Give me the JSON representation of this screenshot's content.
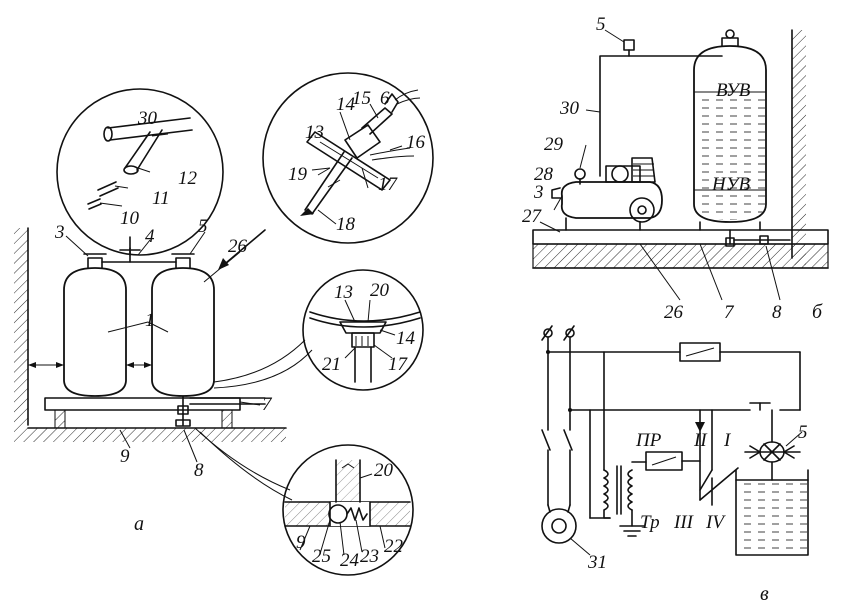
{
  "diagram_a": {
    "caption": "а",
    "callouts": [
      "30",
      "12",
      "11",
      "10",
      "3",
      "4",
      "5",
      "26",
      "1",
      "7",
      "9",
      "8",
      "14",
      "15",
      "6",
      "13",
      "16",
      "19",
      "17",
      "18",
      "20",
      "21",
      "25",
      "24",
      "23",
      "22"
    ],
    "labels": {
      "n30": "30",
      "n12": "12",
      "n11": "11",
      "n10": "10",
      "n3": "3",
      "n4": "4",
      "n5": "5",
      "n26": "26",
      "n1": "1",
      "n7": "7",
      "n9": "9",
      "n8": "8",
      "n14": "14",
      "n15": "15",
      "n6": "6",
      "n13": "13",
      "n16": "16",
      "n19": "19",
      "n17": "17",
      "n18": "18",
      "n13b": "13",
      "n20": "20",
      "n14b": "14",
      "n21": "21",
      "n17b": "17",
      "n20b": "20",
      "n9b": "9",
      "n25": "25",
      "n24": "24",
      "n23": "23",
      "n22": "22"
    }
  },
  "diagram_b": {
    "caption": "б",
    "labels": {
      "n5": "5",
      "n30": "30",
      "n29": "29",
      "n28": "28",
      "n3": "3",
      "n27": "27",
      "vuv": "ВУВ",
      "nuv": "НУВ",
      "n26": "26",
      "n7": "7",
      "n8": "8"
    }
  },
  "diagram_v": {
    "caption": "в",
    "labels": {
      "pr": "ПР",
      "p2": "II",
      "p1": "I",
      "n5": "5",
      "tr": "Тр",
      "p3": "III",
      "p4": "IV",
      "n31": "31"
    }
  }
}
